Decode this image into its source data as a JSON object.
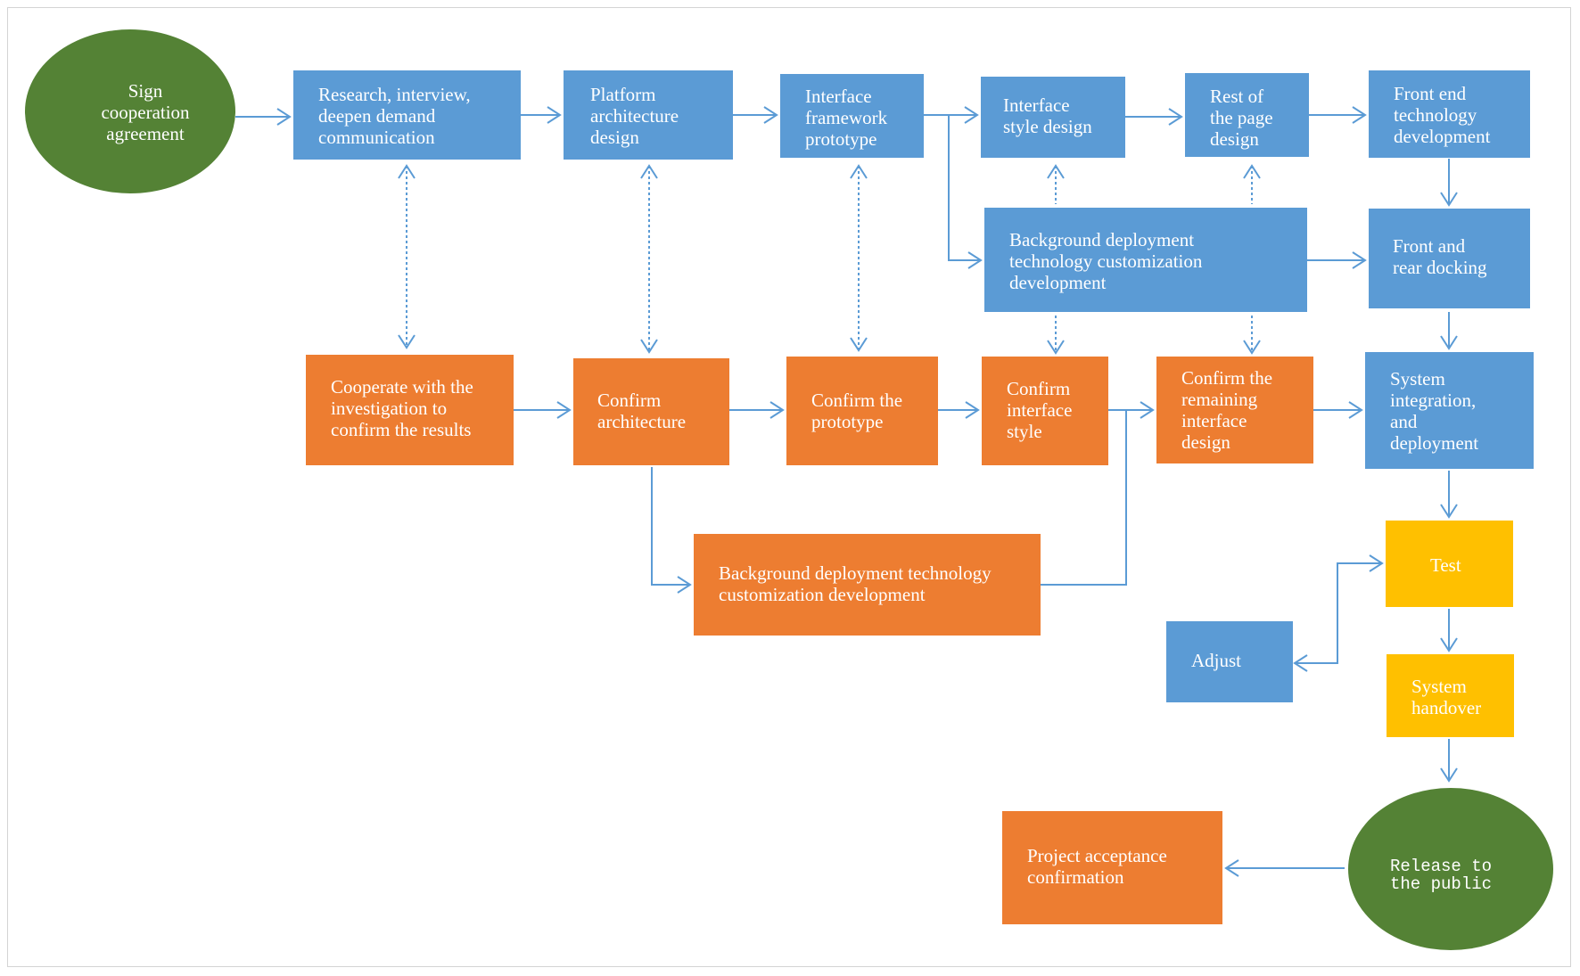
{
  "nodes": {
    "sign": "Sign\ncooperation\nagreement",
    "research": "Research, interview,\ndeepen demand\ncommunication",
    "platform": "Platform\narchitecture\ndesign",
    "framework": "Interface\nframework\nprototype",
    "style": "Interface\nstyle design",
    "rest": "Rest of\nthe page\ndesign",
    "frontend": "Front end\ntechnology\ndevelopment",
    "bg_top": "Background deployment\ntechnology customization\ndevelopment",
    "docking": "Front and\nrear docking",
    "cooperate": "Cooperate with the\ninvestigation to\nconfirm the results",
    "confirm_arch": "Confirm\narchitecture",
    "confirm_proto": "Confirm the\nprototype",
    "confirm_style": "Confirm\ninterface\nstyle",
    "confirm_remaining": "Confirm the\nremaining\ninterface\ndesign",
    "integration": "System\nintegration,\nand\ndeployment",
    "bg_bottom": "Background deployment technology\ncustomization development",
    "test": "Test",
    "adjust": "Adjust",
    "handover": "System\nhandover",
    "release": "Release to\n the public",
    "acceptance": "Project acceptance\nconfirmation"
  },
  "colors": {
    "blue": "#5b9bd5",
    "orange": "#ed7d31",
    "yellow": "#ffc000",
    "green": "#548235",
    "connector": "#5b9bd5"
  }
}
